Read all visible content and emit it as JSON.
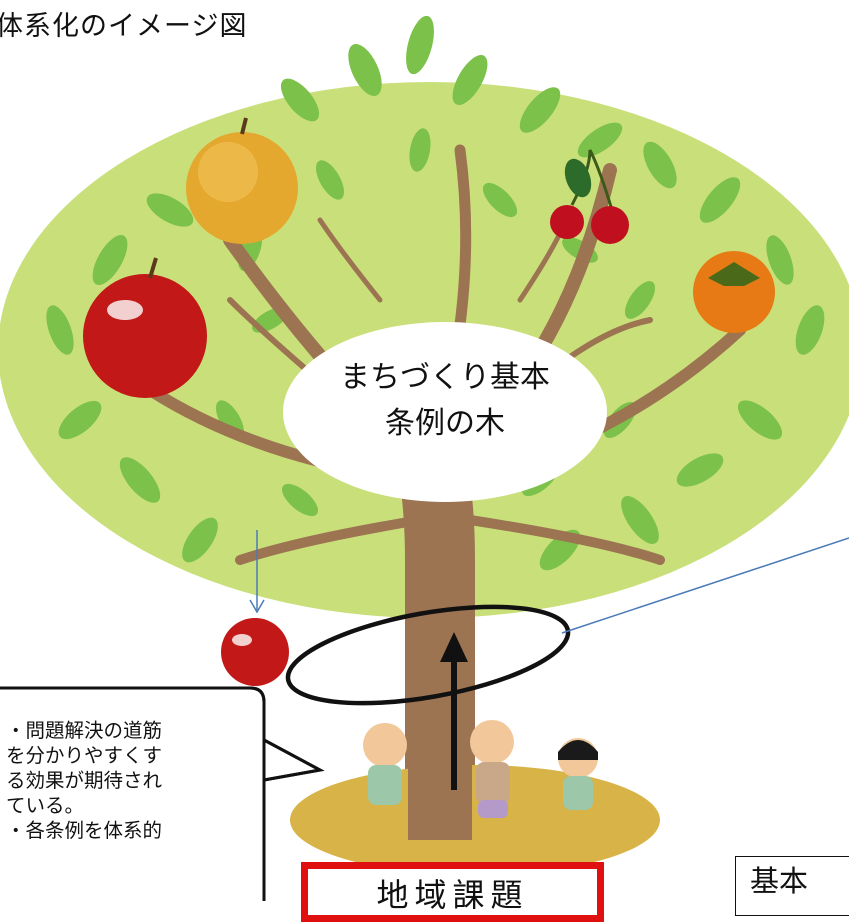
{
  "diagram": {
    "title": "体系化のイメージ図",
    "center_label_lines": [
      "まちづくり基本",
      "条例の木"
    ],
    "callout_lines": [
      "・問題解決の道筋",
      "を分かりやすくす",
      "る効果が期待され",
      "ている。",
      "・各条例を体系的"
    ],
    "bottom_left_box": "地域課題",
    "bottom_right_box": "基本",
    "colors": {
      "canopy": "#c9e07a",
      "leaf": "#7cc14a",
      "trunk": "#9c7452",
      "ground": "#d8b347",
      "box_border_red": "#e01010",
      "pointer_line": "#4a7ab8"
    },
    "fruits": [
      "pear-icon",
      "apple-icon",
      "cherries-icon",
      "persimmon-icon",
      "fallen-apple-icon"
    ]
  }
}
